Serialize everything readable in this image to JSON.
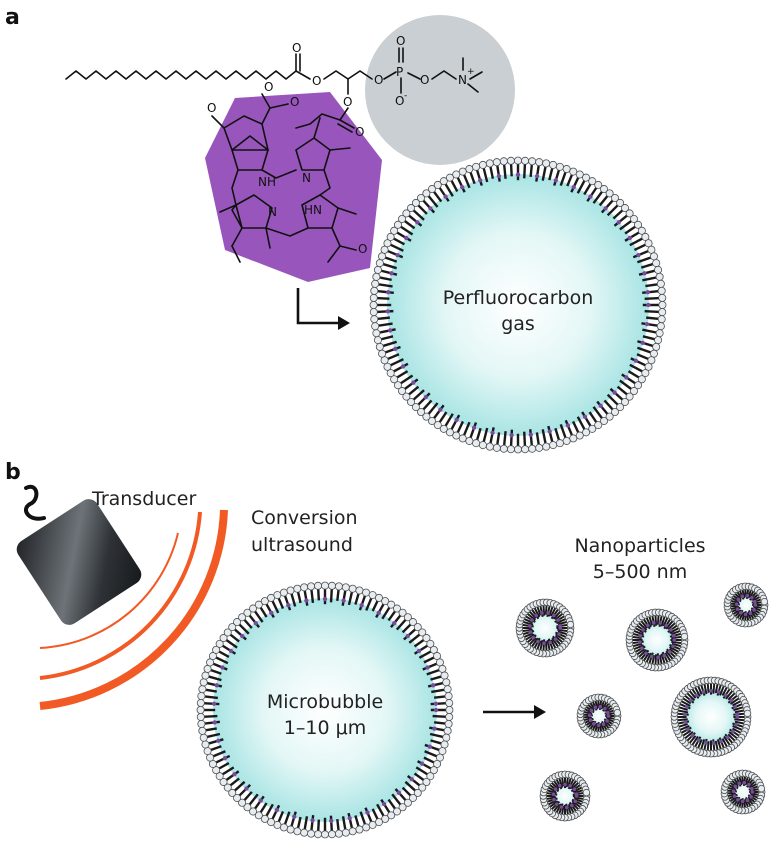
{
  "panel_a": {
    "letter": "a",
    "bubble_label_line1": "Perfluorocarbon",
    "bubble_label_line2": "gas",
    "atoms": {
      "O": "O",
      "P": "P",
      "N_plus": "N",
      "plus": "+",
      "O_minus": "O",
      "minus": "-",
      "NH": "NH",
      "HN": "HN",
      "N": "N"
    }
  },
  "panel_b": {
    "letter": "b",
    "transducer_label": "Transducer",
    "ultrasound_label_line1": "Conversion",
    "ultrasound_label_line2": "ultrasound",
    "microbubble_label_line1": "Microbubble",
    "microbubble_label_line2": "1–10 μm",
    "nanoparticles_label_line1": "Nanoparticles",
    "nanoparticles_label_line2": "5–500 nm"
  },
  "colors": {
    "porphyrin_hexagon": "#8a3fb3",
    "headgroup_circle": "#c9cfd2",
    "gas_core_center": "#ffffff",
    "gas_core_edge": "#a9e4e4",
    "ultrasound_waves": "#f15a24",
    "shell_head": "#e9ecee",
    "porphyrin_tail_accent": "#7b4a9e",
    "transducer_dark": "#2b2f33"
  }
}
